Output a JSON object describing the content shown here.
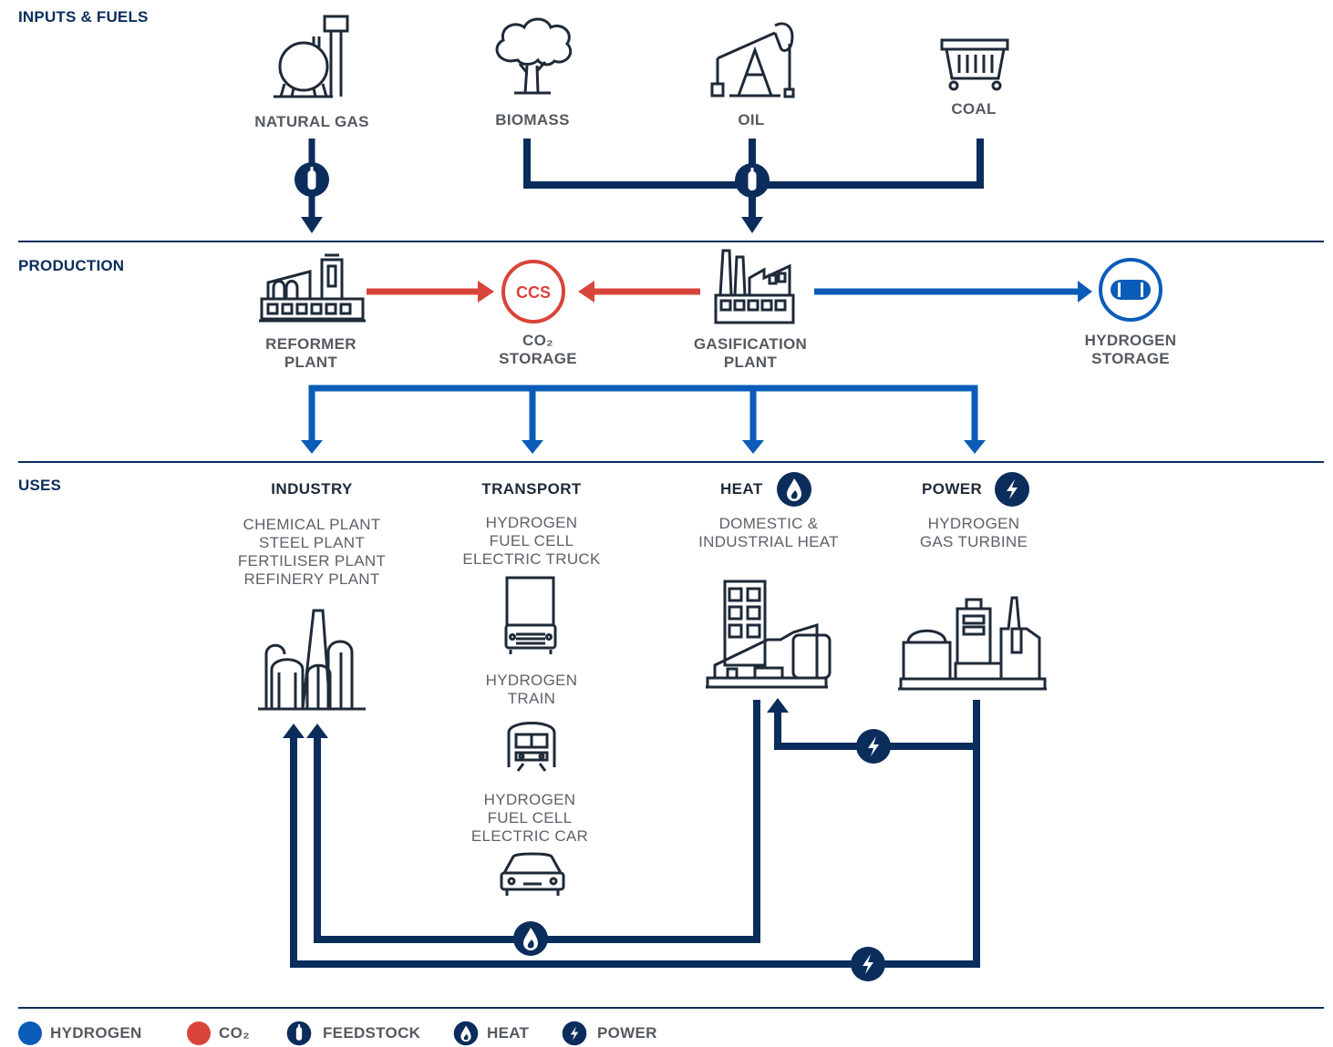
{
  "sections": {
    "inputs": "INPUTS & FUELS",
    "production": "PRODUCTION",
    "uses": "USES"
  },
  "inputs": {
    "natural_gas": "NATURAL GAS",
    "biomass": "BIOMASS",
    "oil": "OIL",
    "coal": "COAL"
  },
  "production": {
    "reformer": [
      "REFORMER",
      "PLANT"
    ],
    "ccs_icon_text": "CCS",
    "co2_storage": [
      "CO₂",
      "STORAGE"
    ],
    "gasification": [
      "GASIFICATION",
      "PLANT"
    ],
    "hydrogen_storage": [
      "HYDROGEN",
      "STORAGE"
    ]
  },
  "uses": {
    "industry": {
      "title": "INDUSTRY",
      "items": [
        "CHEMICAL PLANT",
        "STEEL PLANT",
        "FERTILISER PLANT",
        "REFINERY PLANT"
      ]
    },
    "transport": {
      "title": "TRANSPORT",
      "truck": [
        "HYDROGEN",
        "FUEL CELL",
        "ELECTRIC TRUCK"
      ],
      "train": [
        "HYDROGEN",
        "TRAIN"
      ],
      "car": [
        "HYDROGEN",
        "FUEL CELL",
        "ELECTRIC CAR"
      ]
    },
    "heat": {
      "title": "HEAT",
      "items": [
        "DOMESTIC &",
        "INDUSTRIAL HEAT"
      ]
    },
    "power": {
      "title": "POWER",
      "items": [
        "HYDROGEN",
        "GAS TURBINE"
      ]
    }
  },
  "legend": {
    "hydrogen": "HYDROGEN",
    "co2": "CO₂",
    "feedstock": "FEEDSTOCK",
    "heat": "HEAT",
    "power": "POWER"
  },
  "colors": {
    "hydrogen": "#0a5cb8",
    "co2": "#d9443a",
    "navy": "#0b2d5b",
    "text_grey": "#555a60"
  },
  "icons": [
    "natural-gas-tank-icon",
    "tree-icon",
    "oil-pumpjack-icon",
    "coal-cart-icon",
    "reformer-plant-icon",
    "ccs-icon",
    "gasification-plant-icon",
    "hydrogen-tank-icon",
    "industry-refinery-icon",
    "truck-icon",
    "train-icon",
    "car-icon",
    "buildings-icon",
    "power-plant-icon",
    "flame-icon",
    "lightning-icon",
    "feedstock-icon"
  ]
}
